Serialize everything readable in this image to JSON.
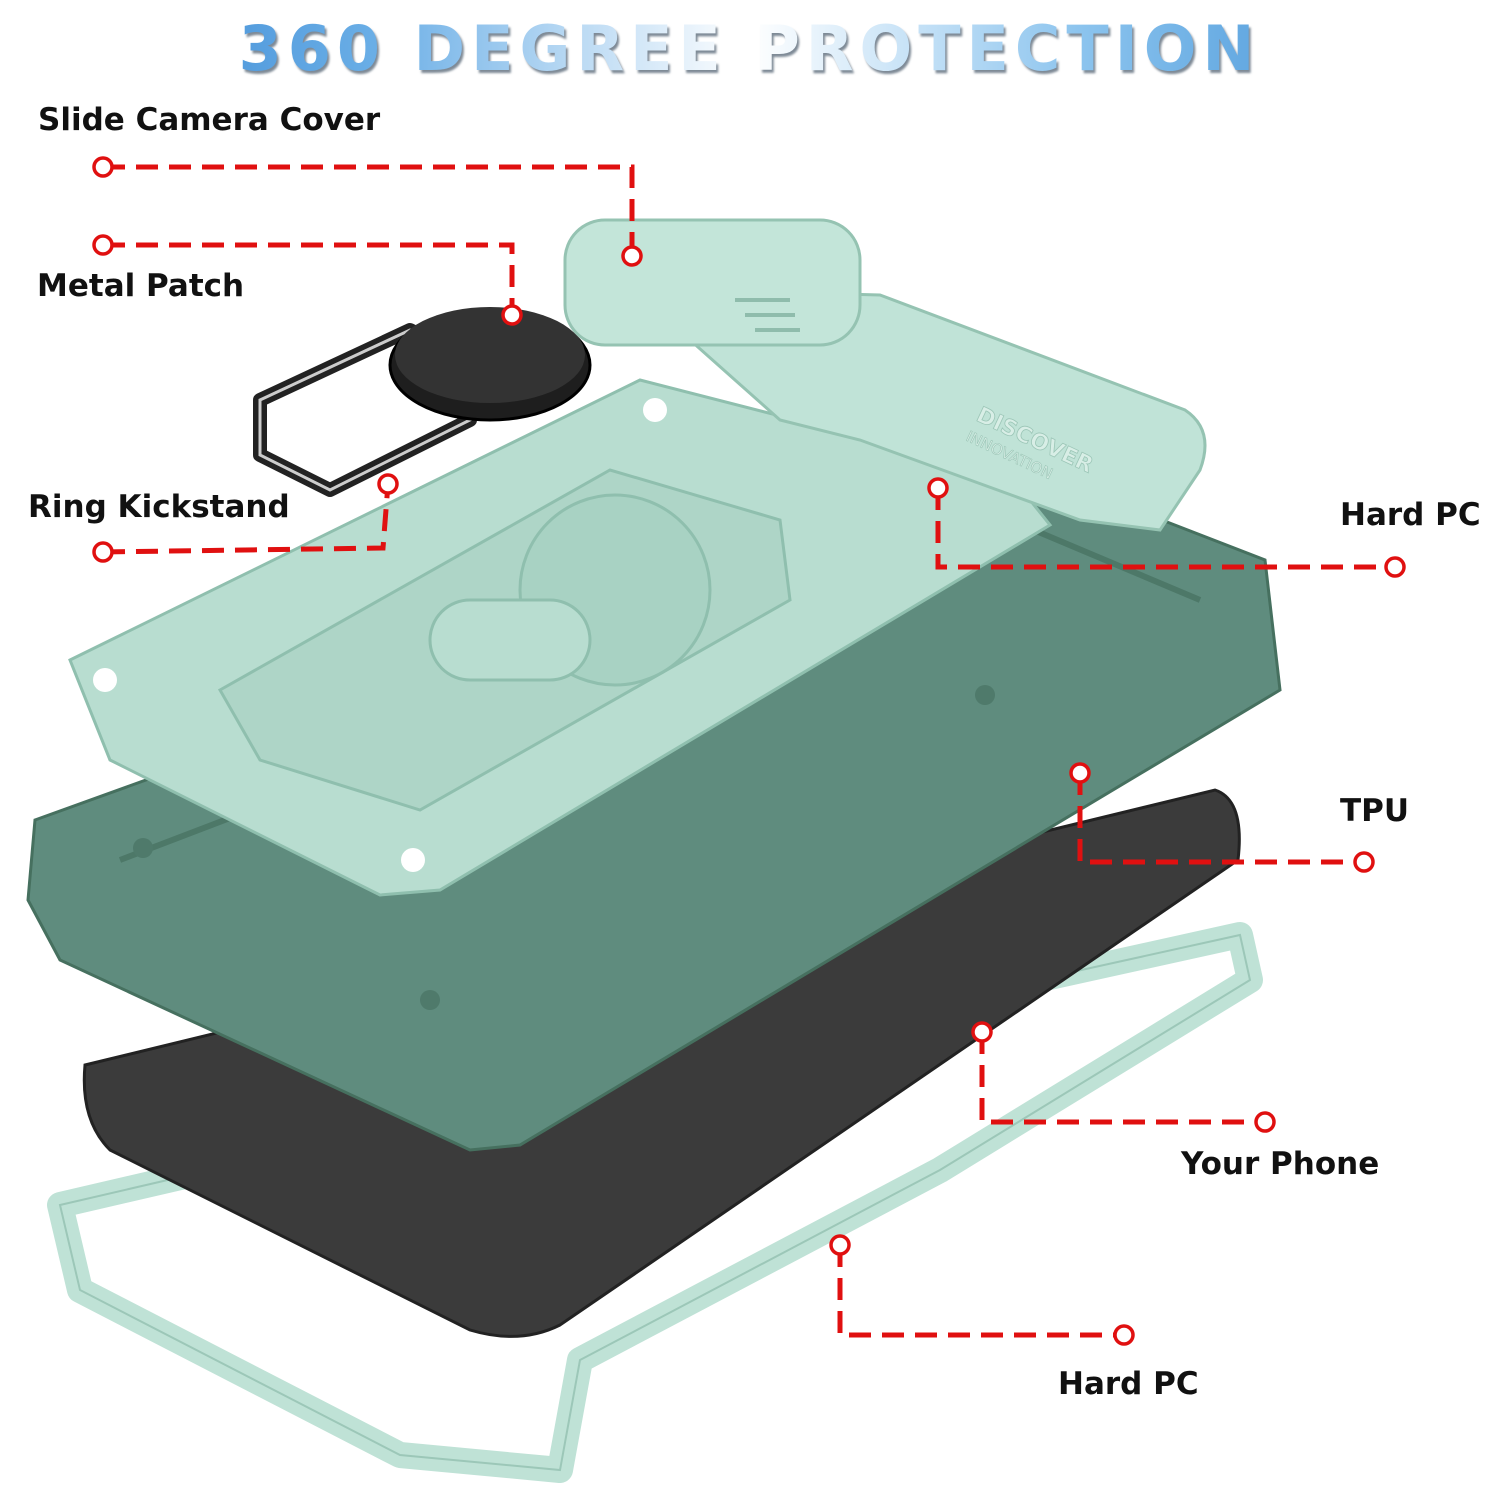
{
  "title": "360 DEGREE PROTECTION",
  "labels": {
    "slide_camera_cover": "Slide Camera Cover",
    "metal_patch": "Metal Patch",
    "ring_kickstand": "Ring Kickstand",
    "hard_pc_top": "Hard PC",
    "tpu": "TPU",
    "your_phone": "Your Phone",
    "hard_pc_bottom": "Hard PC"
  },
  "embossed_text": [
    "DISCOVER",
    "INNOVATION"
  ],
  "colors": {
    "leader": "#e01010",
    "hard_pc": "#b8ddd0",
    "tpu": "#5e8b7d",
    "phone": "#3a3a3a",
    "ring": "#1e1e1e",
    "title_blue": "#2f7fcf"
  }
}
